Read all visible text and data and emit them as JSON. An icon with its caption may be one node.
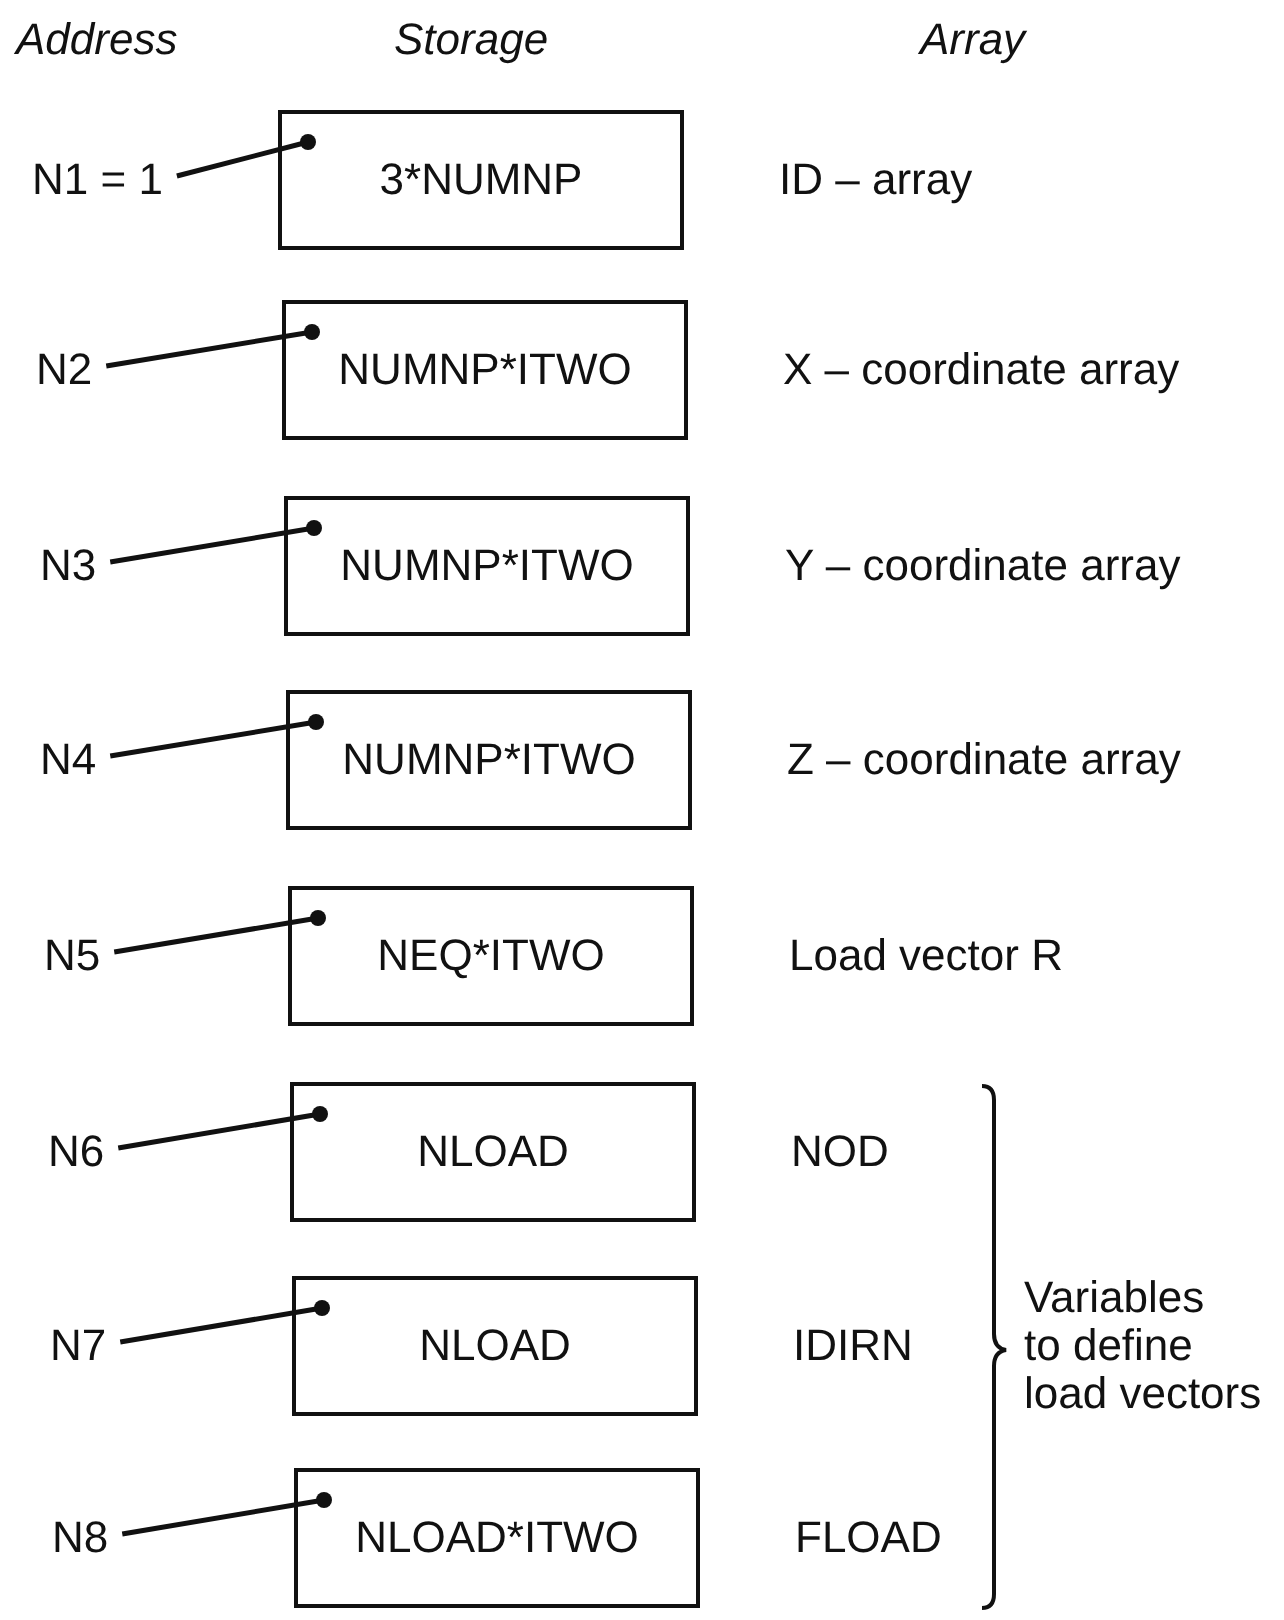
{
  "diagram": {
    "nodes": [
      {
        "text": [
          "N1 = 1"
        ]
      },
      {
        "text": [
          "3*NUMNP"
        ],
        "beside": [
          "ID – array"
        ]
      },
      {
        "text": [
          "N2"
        ]
      },
      {
        "text": [
          "NUMNP*ITWO"
        ],
        "beside": [
          "X – coordinate array"
        ]
      },
      {
        "text": [
          "N3"
        ]
      },
      {
        "text": [
          "NUMNP*ITWO"
        ],
        "beside": [
          "Y – coordinate array"
        ]
      },
      {
        "text": [
          "N4"
        ]
      },
      {
        "text": [
          "NUMNP*ITWO"
        ],
        "beside": [
          "Z – coordinate array"
        ]
      },
      {
        "text": [
          "N5"
        ]
      },
      {
        "text": [
          "NEQ*ITWO"
        ],
        "beside": [
          "Load vector R"
        ]
      },
      {
        "text": [
          "N6"
        ]
      },
      {
        "text": [
          "NLOAD"
        ],
        "beside": [
          "NOD"
        ]
      },
      {
        "text": [
          "N7"
        ]
      },
      {
        "text": [
          "NLOAD"
        ],
        "beside": [
          "IDIRN"
        ]
      },
      {
        "text": [
          "N8"
        ]
      },
      {
        "text": [
          "NLOAD*ITWO"
        ],
        "beside": [
          "FLOAD"
        ]
      }
    ],
    "edges": [
      {
        "from": 0,
        "to": 1,
        "arrow": "other"
      },
      {
        "from": 2,
        "to": 3,
        "arrow": "other"
      },
      {
        "from": 4,
        "to": 5,
        "arrow": "other"
      },
      {
        "from": 6,
        "to": 7,
        "arrow": "other"
      },
      {
        "from": 8,
        "to": 9,
        "arrow": "other"
      },
      {
        "from": 10,
        "to": 11,
        "arrow": "other"
      },
      {
        "from": 12,
        "to": 13,
        "arrow": "other"
      },
      {
        "from": 14,
        "to": 15,
        "arrow": "other"
      }
    ],
    "labels": [
      "Address",
      "Storage",
      "Array",
      "Variables to define load vectors"
    ]
  }
}
